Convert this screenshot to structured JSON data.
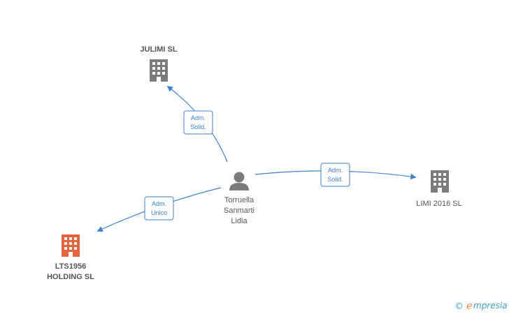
{
  "person": {
    "name_lines": [
      "Torruella",
      "Sanmarti",
      "Lidia"
    ],
    "icon": "person-icon"
  },
  "companies": [
    {
      "id": "julimi",
      "name_lines": [
        "JULIMI  SL"
      ],
      "icon": "building-icon",
      "color": "#7b7b7b"
    },
    {
      "id": "limi",
      "name_lines": [
        "LIMI 2016  SL"
      ],
      "icon": "building-icon",
      "color": "#7b7b7b"
    },
    {
      "id": "lts",
      "name_lines": [
        "LTS1956",
        "HOLDING  SL"
      ],
      "icon": "building-icon",
      "color": "#e8633a"
    }
  ],
  "relations": [
    {
      "to": "julimi",
      "label_lines": [
        "Adm.",
        "Solid."
      ]
    },
    {
      "to": "limi",
      "label_lines": [
        "Adm.",
        "Solid."
      ]
    },
    {
      "to": "lts",
      "label_lines": [
        "Adm.",
        "Unico"
      ]
    }
  ],
  "colors": {
    "edge": "#3b82d6",
    "person": "#7b7b7b"
  },
  "brand": {
    "copyright": "©",
    "initial": "e",
    "name": "mpresia"
  }
}
